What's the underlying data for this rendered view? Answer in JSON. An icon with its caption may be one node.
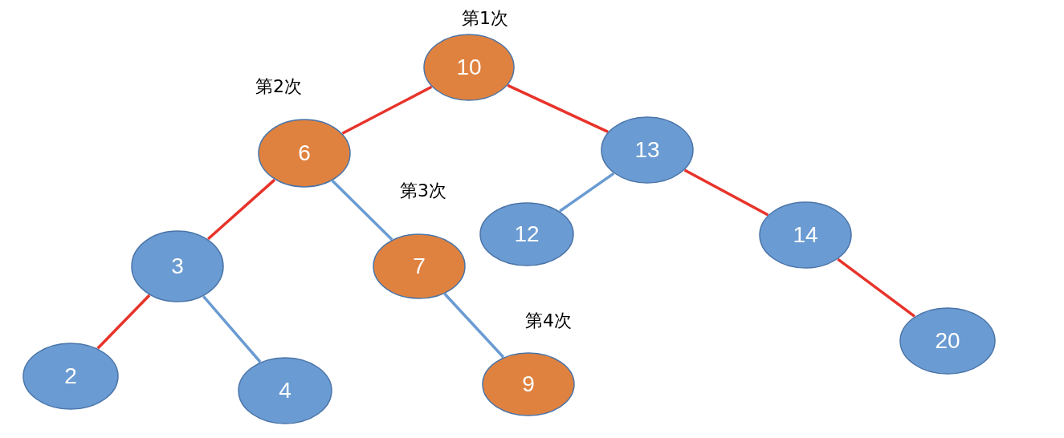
{
  "diagram": {
    "nodes": [
      {
        "text": [
          "10"
        ],
        "beside": [
          "第1次"
        ]
      },
      {
        "text": [
          "6"
        ],
        "beside": [
          "第2次"
        ]
      },
      {
        "text": [
          "13"
        ]
      },
      {
        "text": [
          "3"
        ]
      },
      {
        "text": [
          "7"
        ],
        "beside": [
          "第3次"
        ]
      },
      {
        "text": [
          "12"
        ]
      },
      {
        "text": [
          "14"
        ]
      },
      {
        "text": [
          "2"
        ]
      },
      {
        "text": [
          "4"
        ]
      },
      {
        "text": [
          "9"
        ],
        "beside": [
          "第4次"
        ]
      },
      {
        "text": [
          "20"
        ]
      }
    ],
    "edges": [
      {
        "from": 0,
        "to": 1,
        "arrow": "none"
      },
      {
        "from": 0,
        "to": 2,
        "arrow": "none"
      },
      {
        "from": 1,
        "to": 3,
        "arrow": "none"
      },
      {
        "from": 1,
        "to": 4,
        "arrow": "none",
        "color": "#6a9bd2"
      },
      {
        "from": 2,
        "to": 5,
        "arrow": "none",
        "color": "#6a9bd2"
      },
      {
        "from": 2,
        "to": 6,
        "arrow": "none"
      },
      {
        "from": 3,
        "to": 7,
        "arrow": "none"
      },
      {
        "from": 3,
        "to": 8,
        "arrow": "none",
        "color": "#6a9bd2"
      },
      {
        "from": 4,
        "to": 9,
        "arrow": "none",
        "color": "#6a9bd2"
      },
      {
        "from": 6,
        "to": 10,
        "arrow": "none"
      }
    ]
  }
}
